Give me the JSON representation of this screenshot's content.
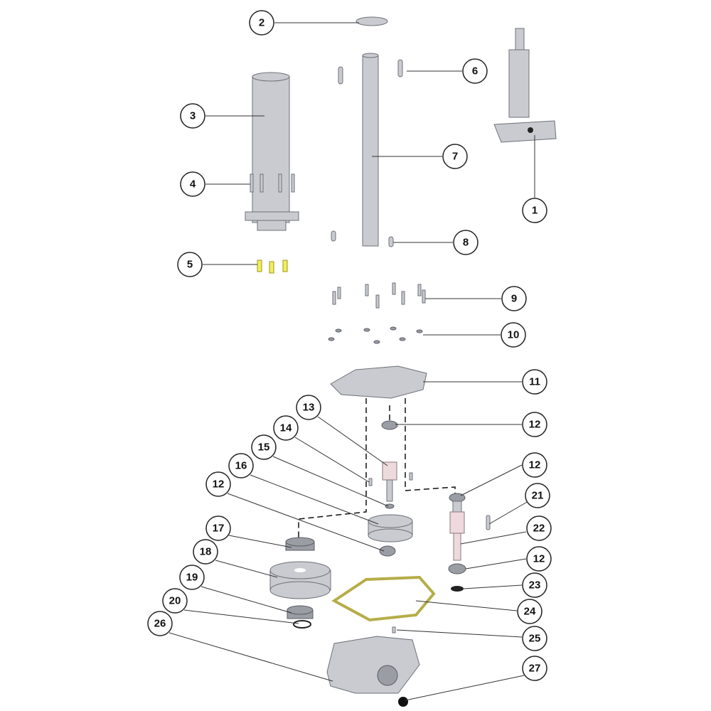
{
  "diagram": {
    "title": "Exploded parts view",
    "callouts": [
      "1",
      "2",
      "3",
      "4",
      "5",
      "6",
      "7",
      "8",
      "9",
      "10",
      "11",
      "12",
      "13",
      "14",
      "15",
      "16",
      "17",
      "18",
      "19",
      "20",
      "21",
      "22",
      "23",
      "24",
      "25",
      "26",
      "27"
    ],
    "callouts_repeat": {
      "c12b": "12",
      "c12c": "12",
      "c12d": "12"
    },
    "colors": {
      "part": "#c9cbd0",
      "highlight": "#f2ee5a",
      "gasket": "#c8c060"
    }
  }
}
